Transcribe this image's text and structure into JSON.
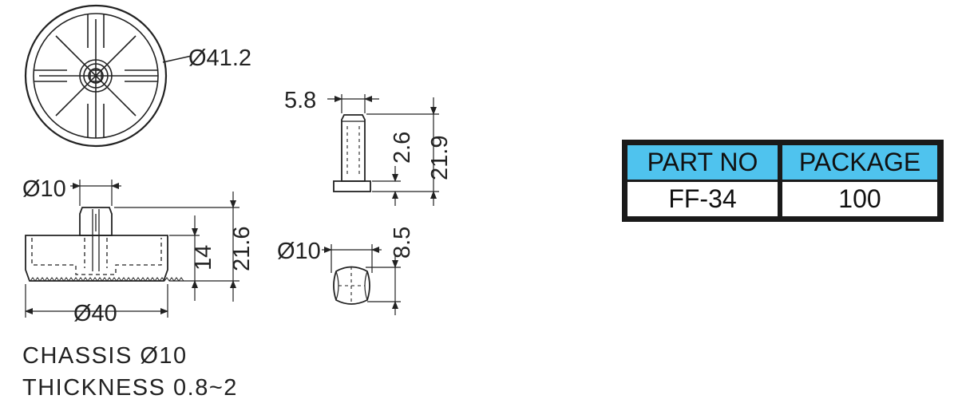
{
  "dimensions": {
    "wheel_diameter": "Ø41.2",
    "pin_width": "5.8",
    "pin_head": "2.6",
    "pin_length": "21.9",
    "stem_diameter": "Ø10",
    "base_height": "14",
    "total_height": "21.6",
    "base_diameter": "Ø40",
    "cap_diameter": "Ø10",
    "cap_height": "8.5"
  },
  "notes": {
    "chassis": "CHASSIS Ø10",
    "thickness": "THICKNESS 0.8~2"
  },
  "table": {
    "headers": [
      "PART NO",
      "PACKAGE"
    ],
    "values": [
      "FF-34",
      "100"
    ]
  },
  "colors": {
    "table_header": "#4fc3ee",
    "table_border": "#1a1a1a",
    "line": "#222222"
  }
}
